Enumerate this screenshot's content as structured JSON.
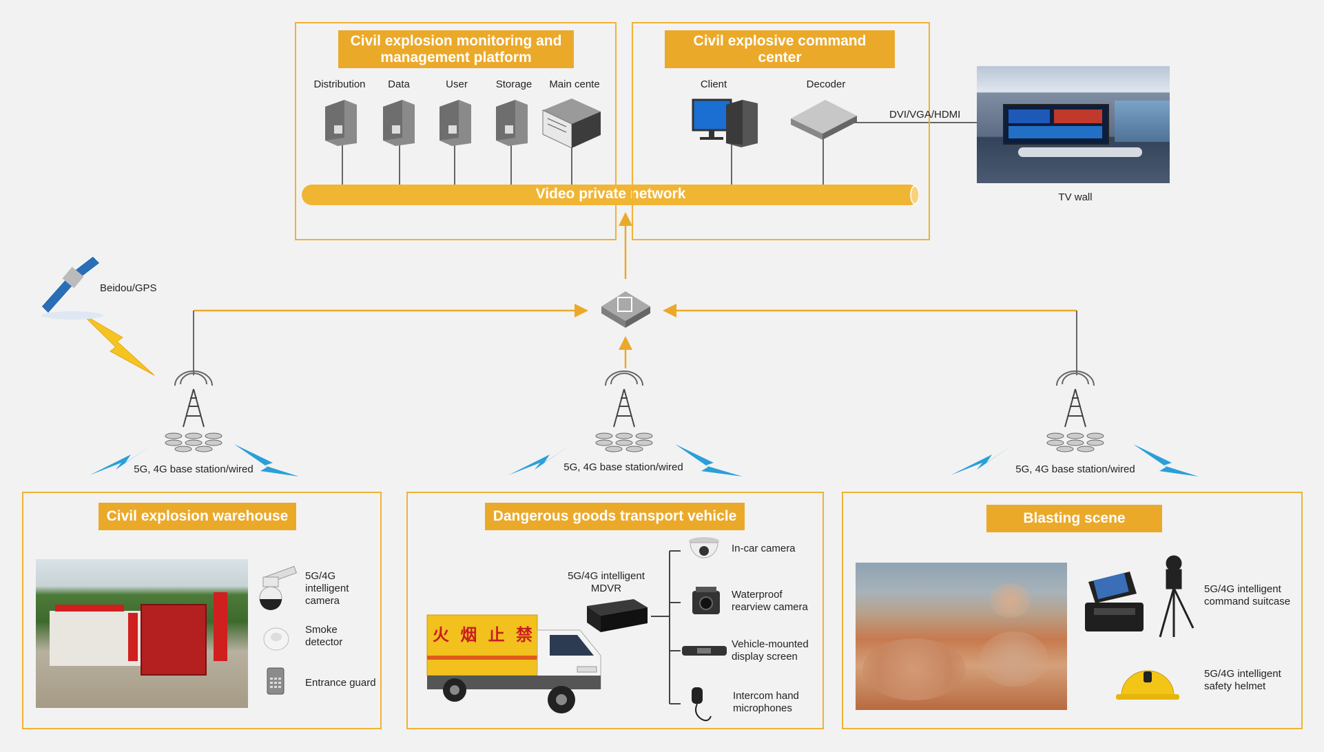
{
  "platform": {
    "title": "Civil explosion monitoring and management platform",
    "servers": [
      "Distribution",
      "Data",
      "User",
      "Storage",
      "Main cente"
    ]
  },
  "command": {
    "title": "Civil explosive command center",
    "client": "Client",
    "decoder": "Decoder",
    "link": "DVI/VGA/HDMI"
  },
  "tv_wall": "TV wall",
  "network": "Video private network",
  "satellite": "Beidou/GPS",
  "base_station": "5G, 4G base station/wired",
  "warehouse": {
    "title": "Civil explosion warehouse",
    "devices": [
      "5G/4G\nintelligent\ncamera",
      "Smoke\ndetector",
      "Entrance guard"
    ]
  },
  "vehicle": {
    "title": "Dangerous goods transport vehicle",
    "mdvr": "5G/4G intelligent\nMDVR",
    "truck_sign": [
      "火",
      "烟",
      "止",
      "禁"
    ],
    "devices": [
      "In-car camera",
      "Waterproof\nrearview camera",
      "Vehicle-mounted\ndisplay screen",
      "Intercom  hand\nmicrophones"
    ]
  },
  "blasting": {
    "title": "Blasting scene",
    "devices": [
      "5G/4G   intelligent\ncommand suitcase",
      "5G/4G  intelligent\nsafety helmet"
    ]
  },
  "colors": {
    "accent": "#eba92a",
    "border": "#f0b233",
    "signal": "#2a9fd8",
    "line": "#666666"
  }
}
